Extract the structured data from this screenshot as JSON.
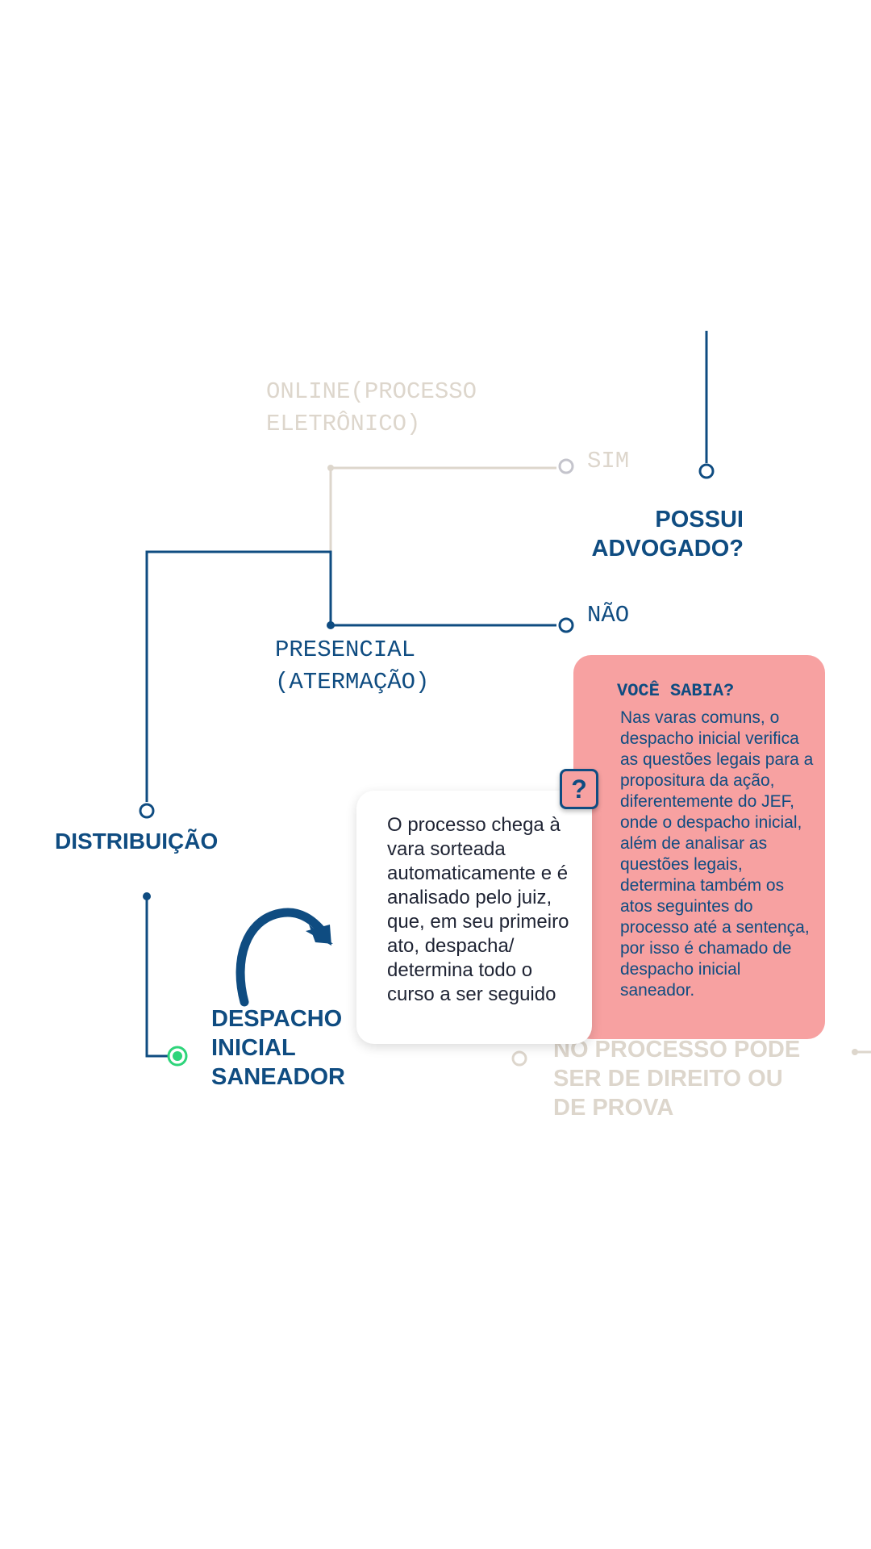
{
  "labels": {
    "online": "ONLINE(PROCESSO ELETRÔNICO)",
    "sim": "SIM",
    "nao": "NÃO",
    "presencial": "PRESENCIAL (ATERMAÇÃO)",
    "possui_advogado": "POSSUI ADVOGADO?",
    "distribuicao": "DISTRIBUIÇÃO",
    "despacho": "DESPACHO INICIAL SANEADOR",
    "faded_next": "NO PROCESSO PODE SER DE DIREITO OU DE PROVA"
  },
  "card": {
    "text": "O processo chega à vara sorteada automaticamente e é analisado pelo juiz, que, em seu primeiro ato, despacha/ determina todo o curso a ser seguido"
  },
  "tip": {
    "badge": "?",
    "title": "VOCÊ SABIA?",
    "body": "Nas varas comuns, o despacho inicial verifica as questões legais para a propositura da ação, diferentemente do JEF, onde o despacho inicial, além de analisar as questões legais, determina também os atos seguintes do processo até a sentença, por isso é chamado de despacho inicial saneador."
  },
  "colors": {
    "primary": "#0f4c81",
    "faded": "#ddd6cc",
    "tip_background": "#f7a1a1",
    "active_node": "#2ed47a"
  },
  "icons": {
    "curved_arrow": "curved-arrow-icon",
    "question": "question-icon"
  }
}
